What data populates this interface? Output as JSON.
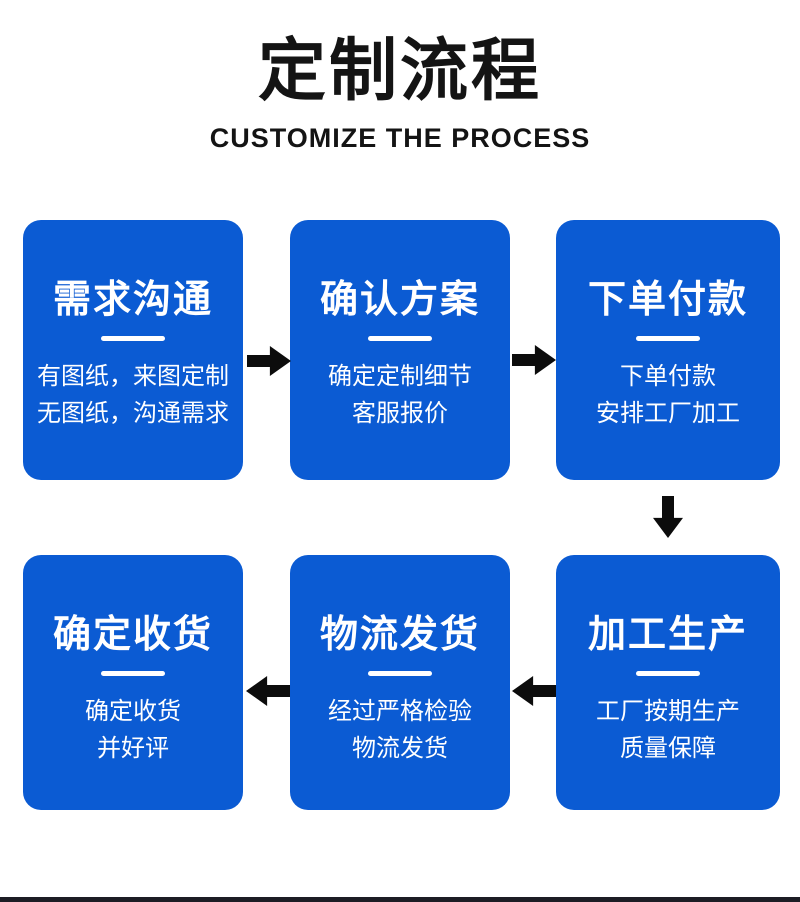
{
  "header": {
    "title": "定制流程",
    "subtitle": "CUSTOMIZE THE PROCESS"
  },
  "steps": [
    {
      "order": 1,
      "title": "需求沟通",
      "lines": [
        "有图纸，来图定制",
        "无图纸，沟通需求"
      ]
    },
    {
      "order": 2,
      "title": "确认方案",
      "lines": [
        "确定定制细节",
        "客服报价"
      ]
    },
    {
      "order": 3,
      "title": "下单付款",
      "lines": [
        "下单付款",
        "安排工厂加工"
      ]
    },
    {
      "order": 4,
      "title": "加工生产",
      "lines": [
        "工厂按期生产",
        "质量保障"
      ]
    },
    {
      "order": 5,
      "title": "物流发货",
      "lines": [
        "经过严格检验",
        "物流发货"
      ]
    },
    {
      "order": 6,
      "title": "确定收货",
      "lines": [
        "确定收货",
        "并好评"
      ]
    }
  ],
  "flow": {
    "top_row_direction": "left-to-right",
    "bottom_row_direction": "right-to-left",
    "arrows": [
      "right",
      "right",
      "down",
      "left",
      "left"
    ]
  },
  "colors": {
    "box_blue": "#0b5bd3",
    "arrow_black": "#0c0c0c",
    "title_black": "#141414",
    "box_text": "#ffffff",
    "bottom_bar": "#1c1c24",
    "background": "#ffffff"
  }
}
